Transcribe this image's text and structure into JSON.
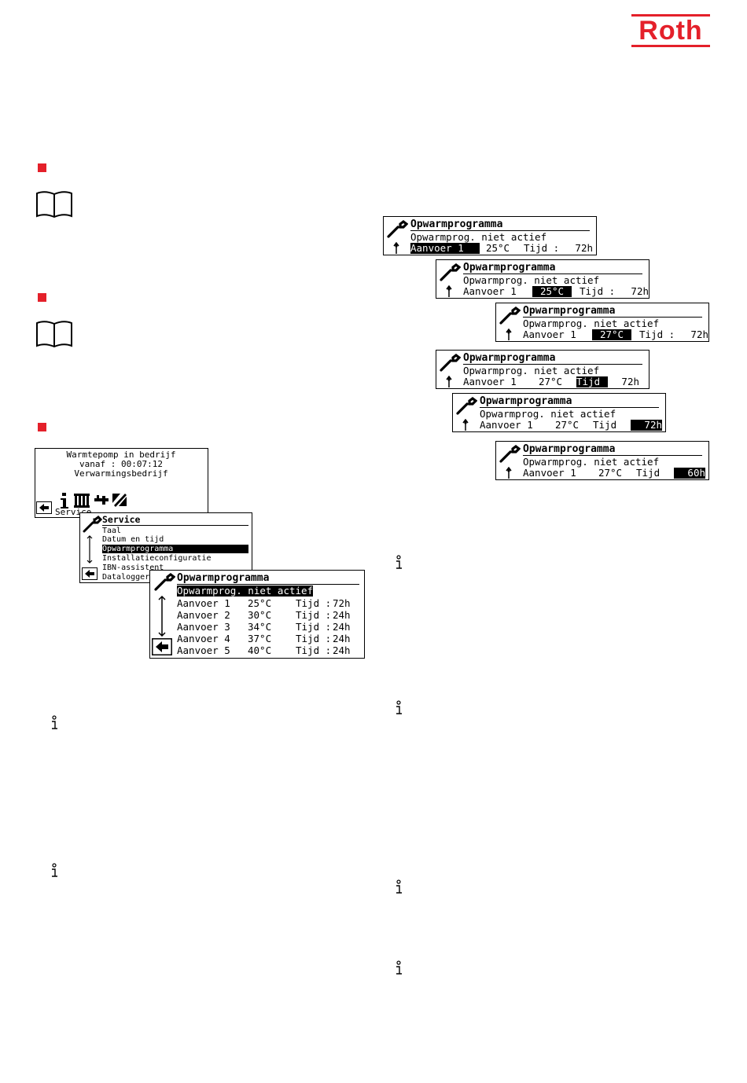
{
  "logo": {
    "text": "Roth"
  },
  "screen_status": {
    "line1": "Warmtepomp in bedrijf",
    "line2": "vanaf  :  00:07:12",
    "line3": "Verwarmingsbedrijf",
    "footer": "Service"
  },
  "screen_service": {
    "title": "Service",
    "items": [
      "Taal",
      "Datum en tijd",
      "Opwarmprogramma",
      "Installatieconfiguratie",
      "IBN-assistent",
      "Datalogger"
    ]
  },
  "screen_program": {
    "title": "Opwarmprogramma",
    "status": "Opwarmprog. niet actief",
    "rows": [
      {
        "label": "Aanvoer 1",
        "temp": "25°C",
        "tijd": "Tijd :",
        "hours": "72h"
      },
      {
        "label": "Aanvoer 2",
        "temp": "30°C",
        "tijd": "Tijd :",
        "hours": "24h"
      },
      {
        "label": "Aanvoer 3",
        "temp": "34°C",
        "tijd": "Tijd :",
        "hours": "24h"
      },
      {
        "label": "Aanvoer 4",
        "temp": "37°C",
        "tijd": "Tijd :",
        "hours": "24h"
      },
      {
        "label": "Aanvoer 5",
        "temp": "40°C",
        "tijd": "Tijd :",
        "hours": "24h"
      }
    ]
  },
  "sequence": [
    {
      "title": "Opwarmprogramma",
      "status": "Opwarmprog. niet actief",
      "label": "Aanvoer 1",
      "temp": "25°C",
      "tijd": "Tijd :",
      "hours": "72h"
    },
    {
      "title": "Opwarmprogramma",
      "status": "Opwarmprog. niet actief",
      "label": "Aanvoer 1",
      "temp": "25°C",
      "tijd": "Tijd :",
      "hours": "72h"
    },
    {
      "title": "Opwarmprogramma",
      "status": "Opwarmprog. niet actief",
      "label": "Aanvoer 1",
      "temp": "27°C",
      "tijd": "Tijd :",
      "hours": "72h"
    },
    {
      "title": "Opwarmprogramma",
      "status": "Opwarmprog. niet actief",
      "label": "Aanvoer 1",
      "temp": "27°C",
      "tijd": "Tijd",
      "hours": "72h"
    },
    {
      "title": "Opwarmprogramma",
      "status": "Opwarmprog. niet actief",
      "label": "Aanvoer 1",
      "temp": "27°C",
      "tijd": "Tijd",
      "hours": "72h"
    },
    {
      "title": "Opwarmprogramma",
      "status": "Opwarmprog. niet actief",
      "label": "Aanvoer 1",
      "temp": "27°C",
      "tijd": "Tijd",
      "hours": "60h"
    }
  ]
}
